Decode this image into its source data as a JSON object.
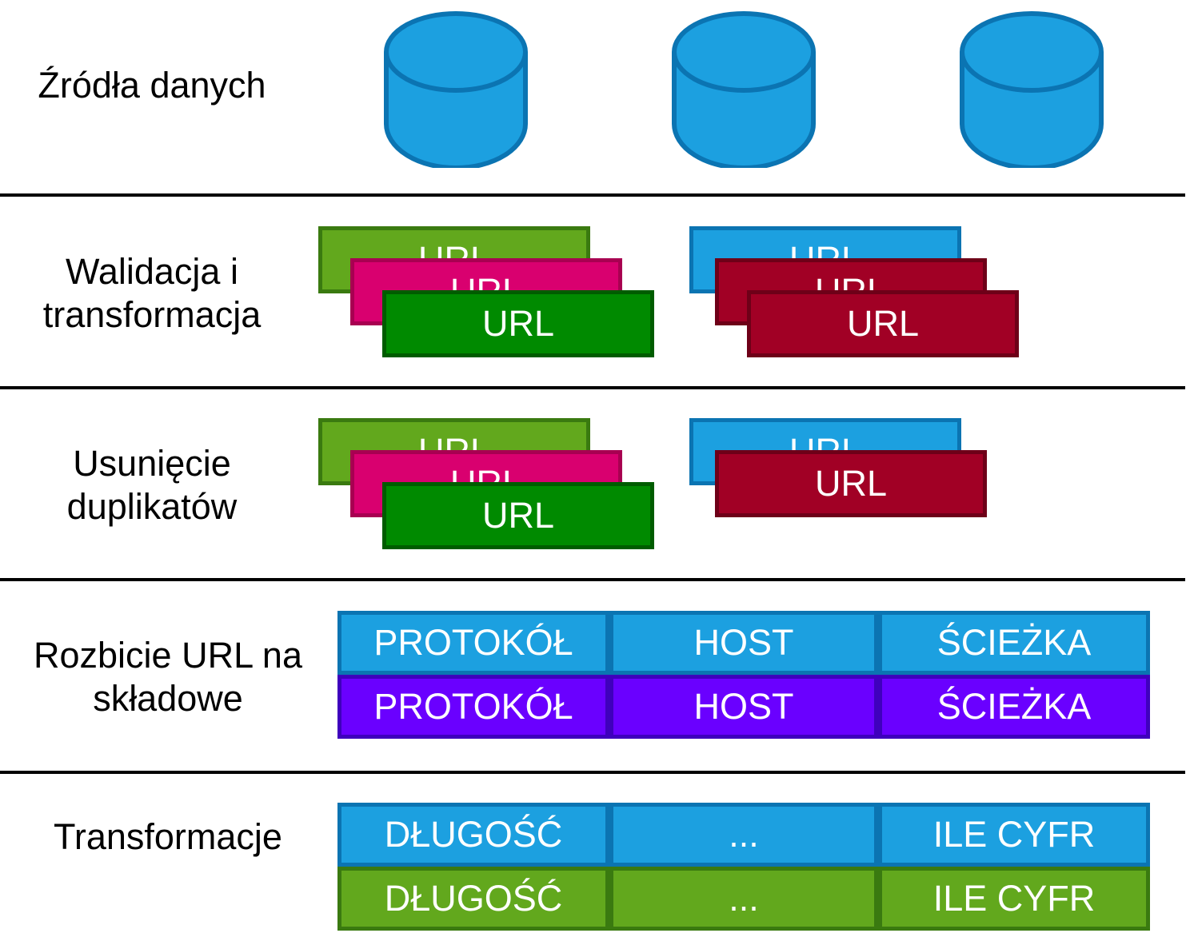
{
  "colors": {
    "db_fill": "#1ca0e0",
    "db_stroke": "#0b74b2",
    "light_green": "#62a81d",
    "pink": "#d9006f",
    "dark_green": "#008a00",
    "blue": "#1ca0e0",
    "crimson": "#a10025",
    "purple": "#6a00ff"
  },
  "rows": {
    "sources": {
      "label": "Źródła danych"
    },
    "validation": {
      "label": "Walidacja i\ntransformacja"
    },
    "dedup": {
      "label": "Usunięcie\nduplikatów"
    },
    "split": {
      "label": "Rozbicie URL na\nskładowe"
    },
    "transforms": {
      "label": "Transformacje"
    }
  },
  "url_card_text": "URL",
  "split_table": {
    "rows": [
      [
        "PROTOKÓŁ",
        "HOST",
        "ŚCIEŻKA"
      ],
      [
        "PROTOKÓŁ",
        "HOST",
        "ŚCIEŻKA"
      ]
    ]
  },
  "transform_table": {
    "rows": [
      [
        "DŁUGOŚĆ",
        "...",
        "ILE CYFR"
      ],
      [
        "DŁUGOŚĆ",
        "...",
        "ILE CYFR"
      ]
    ]
  }
}
